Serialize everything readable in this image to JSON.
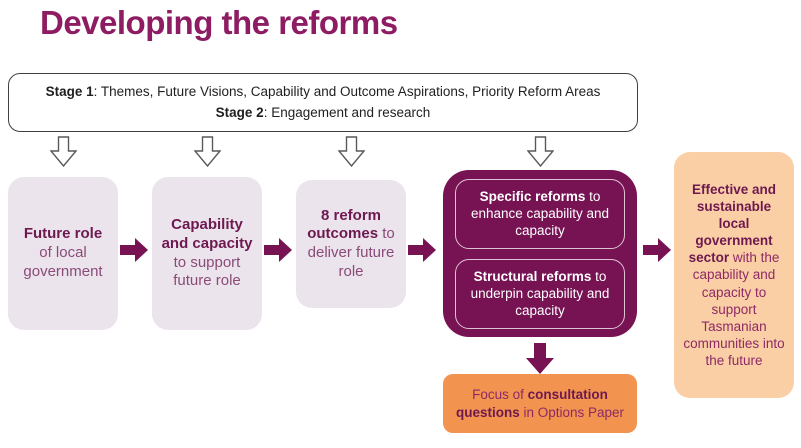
{
  "title": "Developing the reforms",
  "stage_box": {
    "lines": [
      {
        "bold": "Stage 1",
        "rest": ": Themes, Future Visions, Capability and Outcome Aspirations, Priority Reform Areas"
      },
      {
        "bold": "Stage 2",
        "rest": ": Engagement and research"
      }
    ]
  },
  "flow_boxes": [
    {
      "bold": "Future role",
      "rest": " of local government"
    },
    {
      "bold": "Capability and capacity",
      "rest": " to support future role"
    },
    {
      "bold": "8 reform outcomes",
      "rest": " to deliver future role"
    }
  ],
  "reforms_box": {
    "items": [
      {
        "bold": "Specific reforms",
        "rest": " to enhance capability and capacity"
      },
      {
        "bold": "Structural reforms",
        "rest": " to underpin capability and capacity"
      }
    ]
  },
  "outcome_box": {
    "bold": "Effective and sustainable local government sector",
    "rest": " with the capability and capacity to support Tasmanian communities into the future"
  },
  "consultation_box": {
    "pre": "Focus of ",
    "bold": "consultation questions",
    "post": " in Options Paper"
  },
  "icons": {
    "hollow-down-arrow": "white block arrow with gray outline pointing down",
    "solid-right-arrow": "solid dark magenta block arrow pointing right",
    "solid-down-arrow": "solid dark magenta block arrow pointing down"
  },
  "colors": {
    "title": "#8e1c62",
    "dark_magenta": "#771253",
    "lilac_box": "#ece4ec",
    "peach_box": "#fbcfa5",
    "orange_box": "#f29350",
    "bold_text": "#6d1950",
    "regular_text": "#8a4a78",
    "peach_regular_text": "#8d2a66",
    "stage_text": "#1f1f1f",
    "arrow_outline": "#595959"
  }
}
